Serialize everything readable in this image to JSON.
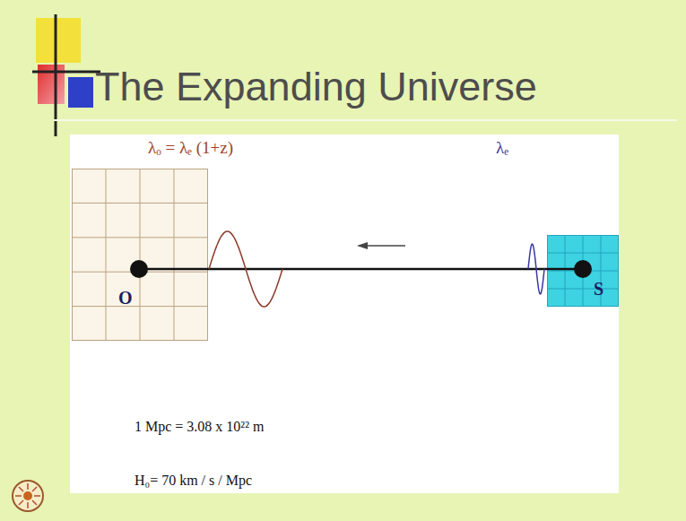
{
  "diagram": {
    "title": "The Expanding Universe",
    "nodes": [
      {
        "text": [
          "O"
        ]
      },
      {
        "text": [
          "S"
        ]
      }
    ],
    "edges": [
      {
        "from": 0,
        "to": 1,
        "arrow": "none"
      }
    ],
    "labels": [
      "λₒ = λₑ (1+z)",
      "λₑ",
      "1 Mpc = 3.08 x 10²² m",
      "H₀= 70 km / s / Mpc"
    ]
  }
}
